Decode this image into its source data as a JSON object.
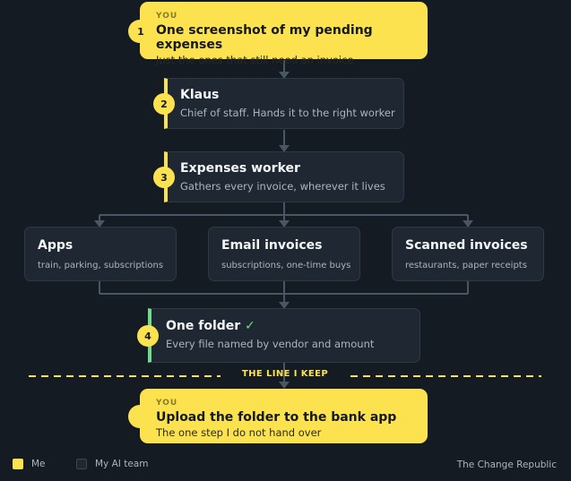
{
  "colors": {
    "background": "#141b22",
    "me": "#fde24f",
    "team": "#1f2832",
    "done": "#6ddc8b",
    "wire": "#4a5663"
  },
  "steps": [
    {
      "number": "1",
      "owner": "YOU",
      "title": "One screenshot of my pending expenses",
      "subtitle": "Just the ones that still need an invoice"
    },
    {
      "number": "2",
      "title": "Klaus",
      "subtitle": "Chief of staff. Hands it to the right worker"
    },
    {
      "number": "3",
      "title": "Expenses worker",
      "subtitle": "Gathers every invoice, wherever it lives"
    },
    {
      "number": "4",
      "title": "One folder",
      "check": "✓",
      "subtitle": "Every file named by vendor and amount"
    }
  ],
  "branches": [
    {
      "title": "Apps",
      "subtitle": "train, parking, subscriptions"
    },
    {
      "title": "Email invoices",
      "subtitle": "subscriptions, one-time buys"
    },
    {
      "title": "Scanned invoices",
      "subtitle": "restaurants, paper receipts"
    }
  ],
  "divider_label": "THE LINE I KEEP",
  "final_step": {
    "owner": "YOU",
    "title": "Upload the folder to the bank app",
    "subtitle": "The one step I do not hand over"
  },
  "legend": {
    "me": "Me",
    "team": "My AI team"
  },
  "brand": "The Change Republic"
}
